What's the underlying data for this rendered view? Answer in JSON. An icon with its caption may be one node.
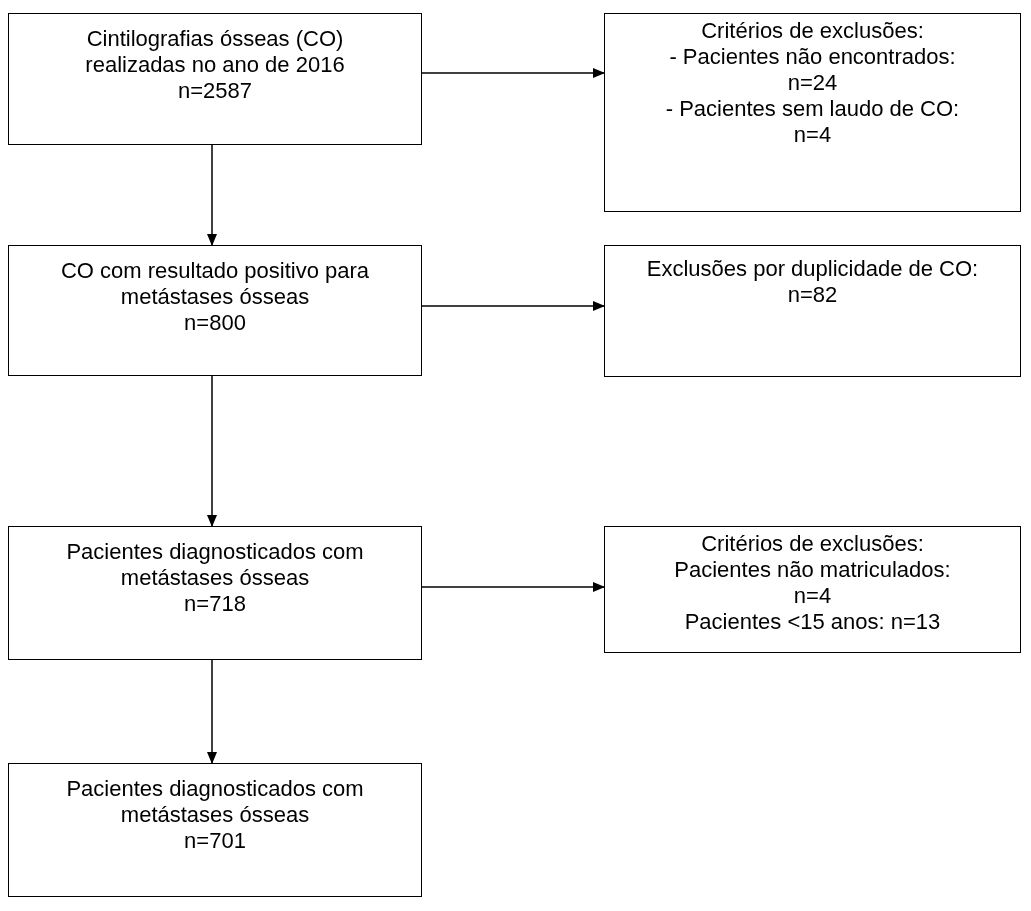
{
  "diagram": {
    "nodes": [
      {
        "text": [
          "Cintilografias ósseas (CO) realizadas no ano de 2016",
          "n=2587"
        ]
      },
      {
        "text": [
          "Critérios de exclusões:",
          "- Pacientes não encontrados:",
          "n=24",
          "- Pacientes sem laudo de CO:",
          "n=4"
        ]
      },
      {
        "text": [
          "CO com resultado positivo para metástases ósseas",
          "n=800"
        ]
      },
      {
        "text": [
          "Exclusões por duplicidade de CO:",
          "n=82"
        ]
      },
      {
        "text": [
          "Pacientes diagnosticados com metástases ósseas",
          "n=718"
        ]
      },
      {
        "text": [
          "Critérios de exclusões:",
          "Pacientes não matriculados:",
          "n=4",
          "Pacientes <15 anos: n=13"
        ]
      },
      {
        "text": [
          "Pacientes diagnosticados com metástases ósseas",
          "n=701"
        ]
      }
    ],
    "edges": [
      {
        "from": 0,
        "to": 1,
        "arrow": "to"
      },
      {
        "from": 0,
        "to": 2,
        "arrow": "to"
      },
      {
        "from": 2,
        "to": 3,
        "arrow": "to"
      },
      {
        "from": 2,
        "to": 4,
        "arrow": "to"
      },
      {
        "from": 4,
        "to": 5,
        "arrow": "to"
      },
      {
        "from": 4,
        "to": 6,
        "arrow": "to"
      }
    ]
  }
}
